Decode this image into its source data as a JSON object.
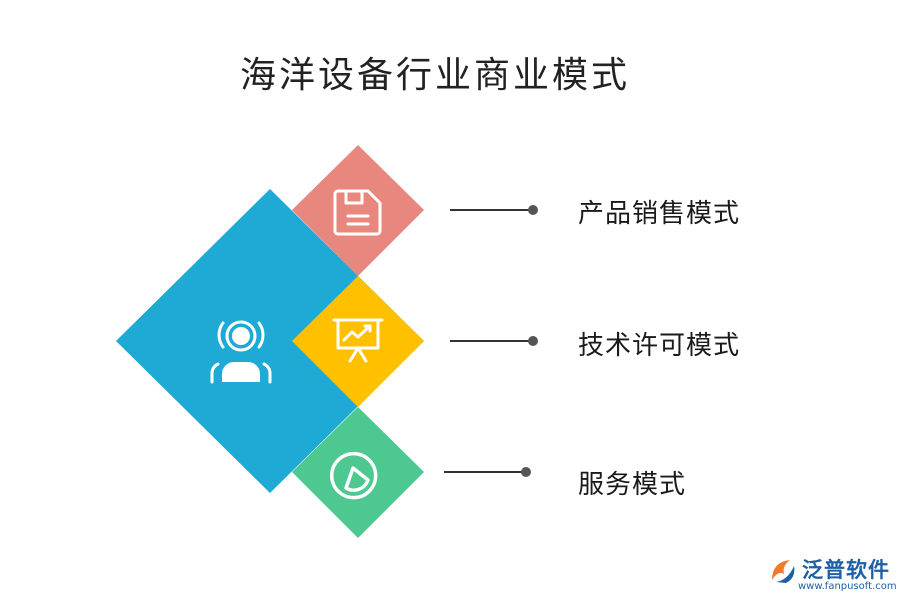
{
  "title": "海洋设备行业商业模式",
  "items": [
    {
      "label": "产品销售模式",
      "color": "#E8877E",
      "icon": "save-document-icon"
    },
    {
      "label": "技术许可模式",
      "color": "#FFC000",
      "icon": "presentation-chart-icon"
    },
    {
      "label": "服务模式",
      "color": "#4DC890",
      "icon": "pie-chart-icon"
    }
  ],
  "center": {
    "color": "#1EAAD4",
    "icon": "user-icon"
  },
  "logo": {
    "text": "泛普软件",
    "url": "www.fanpusoft.com"
  }
}
